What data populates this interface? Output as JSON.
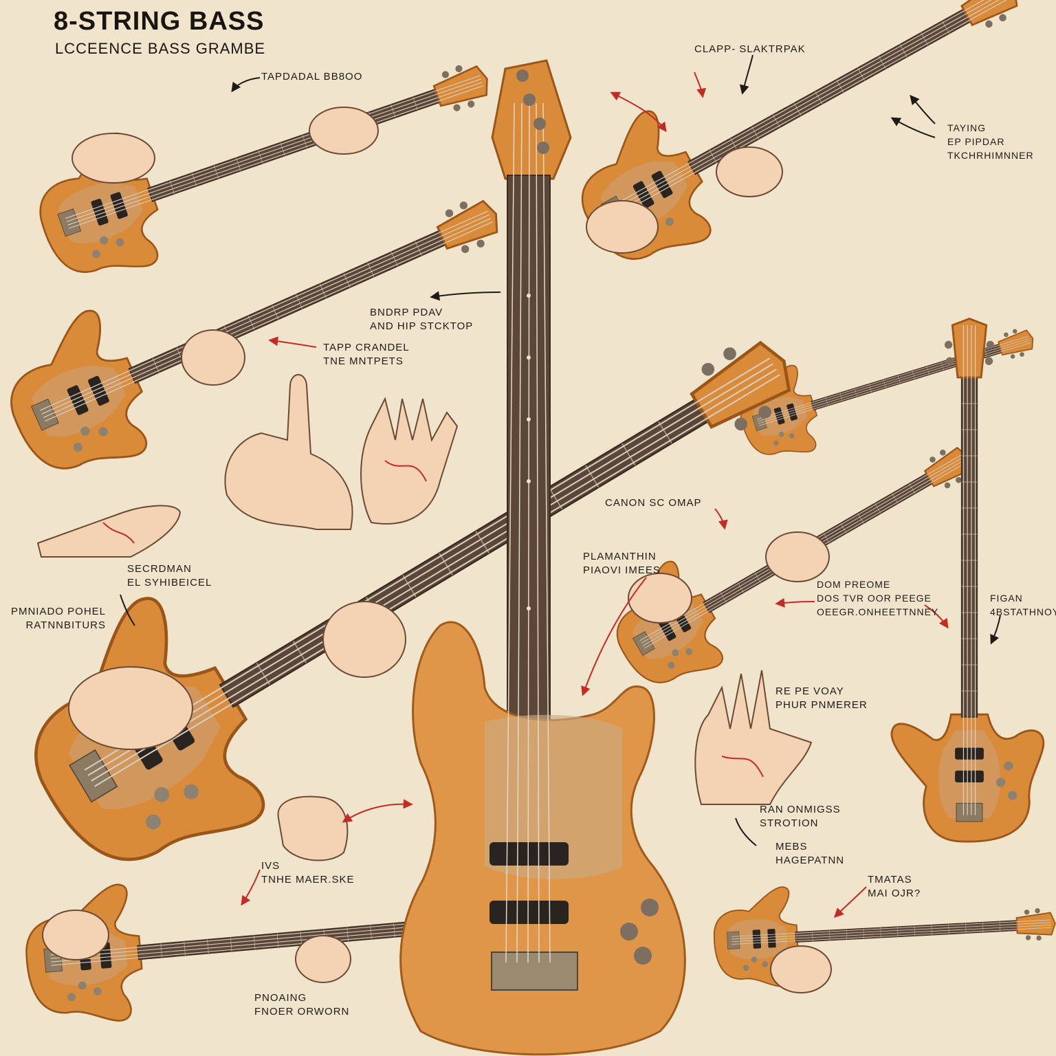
{
  "title": "8-STRING BASS",
  "subtitle": "LCCEENCE BASS GRAMBE",
  "colors": {
    "background": "#f1e4cc",
    "wood": "#d98b3a",
    "wood_dark": "#a85a1c",
    "neck": "#e2a25e",
    "fretboard": "#5b4637",
    "skin": "#f4d2b4",
    "annotation_red": "#c62a24",
    "ink": "#1e1a16"
  },
  "labels": {
    "l1": "TAPDADAL BB8OO",
    "l2": "CLAPP-  SLAKTRPAK",
    "l3": "TAYING\nEP PIPDAR\nTKCHRHIMNNER",
    "l4": "BNDRP PDAV\nAND HIP STCKTOP",
    "l5": "TAPP CRANDEL\nTNE MNTPETS",
    "l6": "SECRDMAN\nEL SYHIBEICEL",
    "l7": "PMNIADO POHEL\nRATNNBITURS",
    "l8": "CANON SC OMAP",
    "l9": "PLAMANTHIN\nPIAOVI IMEES",
    "l10": "DOM PREOME\nDOS TVR OOR PEEGE\nOEEGR.ONHEETTNNEY",
    "l11": "FIGAN\n4BSTATHNOY",
    "l12": "RE PE VOAY\nPHUR PNMERER",
    "l13": "RAN ONMIGSS\nSTROTION",
    "l14": "MEBS\nHAGEPATNN",
    "l15": "IVS\nTNHE MAER.SKE",
    "l16": "TMATAS\nMAI OJR?",
    "l17": "PNOAING\nFNOER ORWORN"
  }
}
